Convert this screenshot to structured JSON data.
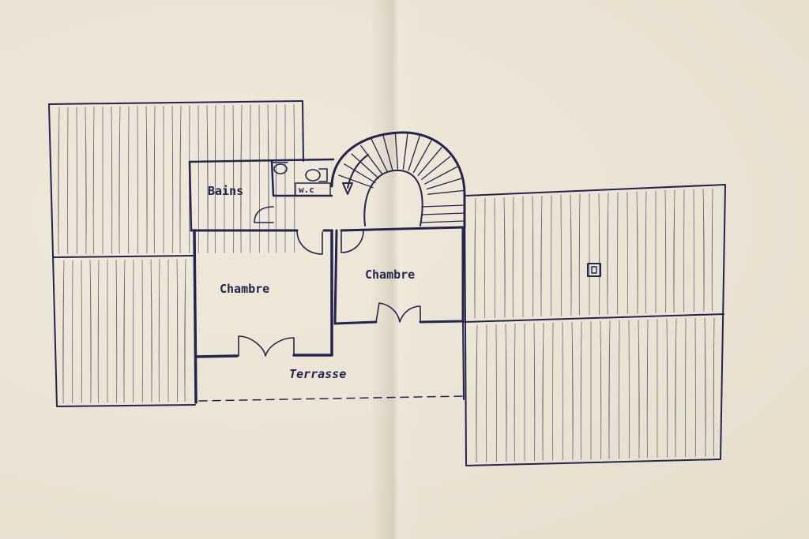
{
  "rooms": {
    "bains": "Bains",
    "wc": "w.c",
    "chambre_left": "Chambre",
    "chambre_right": "Chambre",
    "terrasse": "Terrasse"
  },
  "colors": {
    "ink": "#24244e",
    "paper": "#ece4d6"
  }
}
